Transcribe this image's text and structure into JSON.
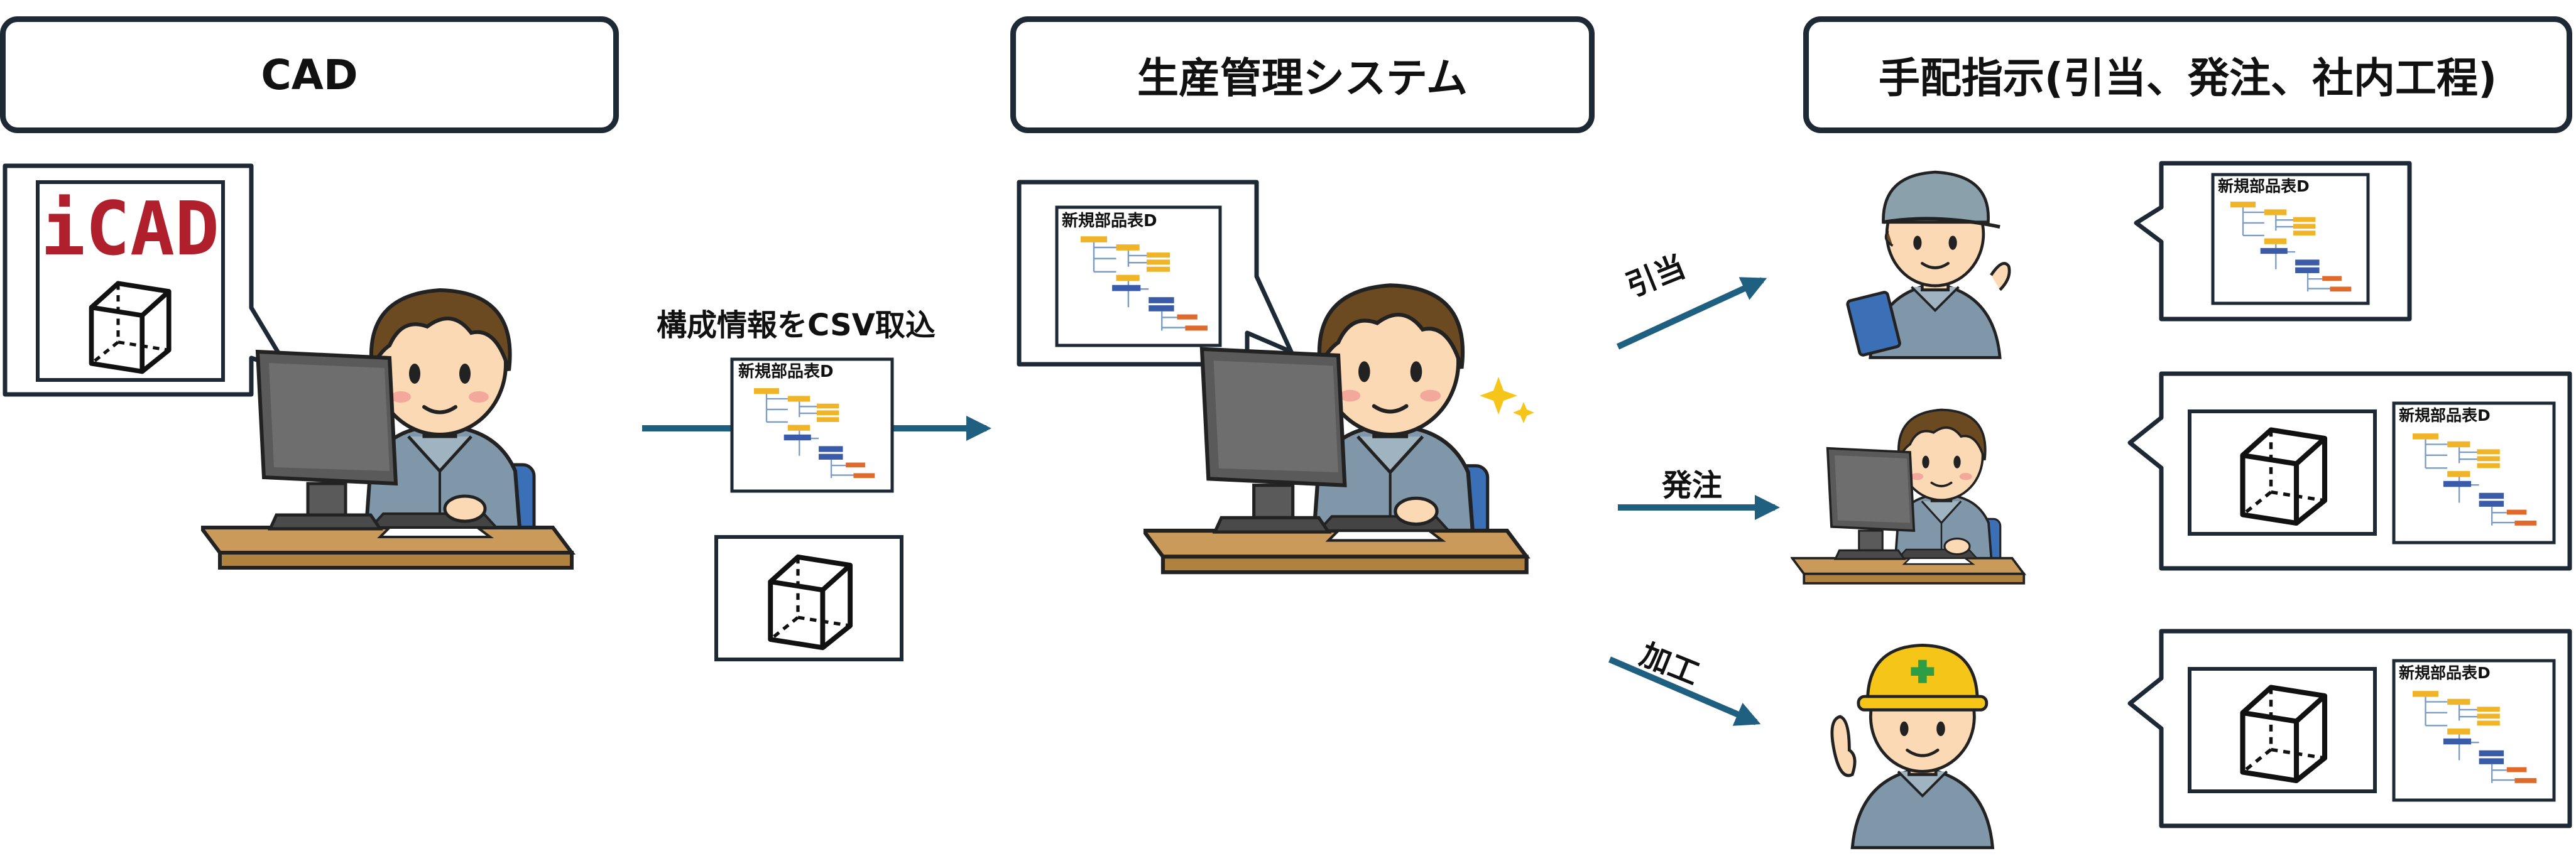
{
  "stages": {
    "cad": "CAD",
    "production": "生産管理システム",
    "arrangement": "手配指示(引当、発注、社内工程)"
  },
  "logo": {
    "text": "iCAD",
    "color": "#b0202c"
  },
  "flow": {
    "csv_import": "構成情報をCSV取込",
    "allocation": "引当",
    "order": "発注",
    "processing": "加工"
  },
  "document_title": "新規部品表D",
  "colors": {
    "frame": "#1d2a36",
    "arrow": "#1f5f80",
    "bom_yellow": "#f0b429",
    "bom_blue": "#3a5ca8",
    "bom_orange": "#e06a2c",
    "bom_line": "#7a9cc6",
    "desk": "#c99a5a",
    "monitor": "#5a5a5a",
    "uniform": "#7f97a8",
    "hair": "#6b4a22",
    "skin": "#fbd9b5",
    "helmet": "#f5c518"
  },
  "icons": [
    "cube-wireframe-icon",
    "bom-tree-icon",
    "worker-figure",
    "computer-desk"
  ]
}
